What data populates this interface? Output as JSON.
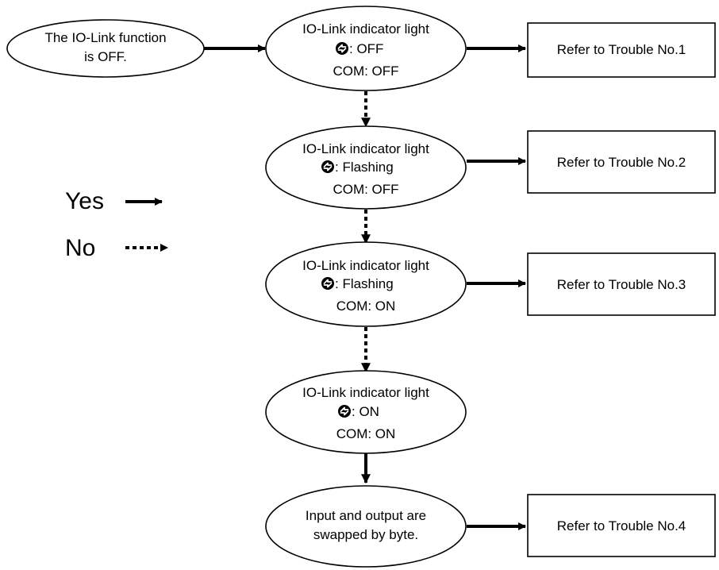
{
  "start": {
    "line1": "The IO-Link function",
    "line2": "is OFF."
  },
  "decisions": [
    {
      "title": "IO-Link indicator light",
      "state_label": ": OFF",
      "com": "COM: OFF"
    },
    {
      "title": "IO-Link indicator light",
      "state_label": ": Flashing",
      "com": "COM: OFF"
    },
    {
      "title": "IO-Link indicator light",
      "state_label": ": Flashing",
      "com": "COM: ON"
    },
    {
      "title": "IO-Link indicator light",
      "state_label": ": ON",
      "com": "COM: ON"
    }
  ],
  "end": {
    "line1": "Input and output are",
    "line2": "swapped by byte."
  },
  "results": [
    "Refer to Trouble No.1",
    "Refer to Trouble No.2",
    "Refer to Trouble No.3",
    "Refer to Trouble No.4"
  ],
  "legend": {
    "yes": "Yes",
    "no": "No"
  },
  "icons": {
    "indicator": "io-link-indicator-icon"
  }
}
